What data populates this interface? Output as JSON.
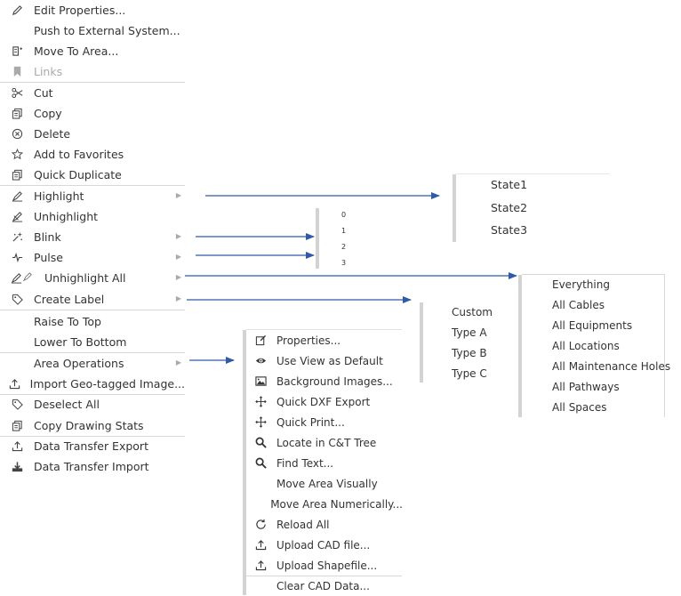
{
  "main_menu": {
    "items": [
      {
        "label": "Edit Properties...",
        "icon": "pencil-icon"
      },
      {
        "label": "Push to External System...",
        "icon": ""
      },
      {
        "label": "Move To Area...",
        "icon": "move-area-icon"
      },
      {
        "label": "Links",
        "icon": "bookmark-icon",
        "disabled": true
      },
      {
        "label": "Cut",
        "icon": "scissors-icon"
      },
      {
        "label": "Copy",
        "icon": "copy-icon"
      },
      {
        "label": "Delete",
        "icon": "delete-circle-icon"
      },
      {
        "label": "Add to Favorites",
        "icon": "star-icon"
      },
      {
        "label": "Quick Duplicate",
        "icon": "duplicate-icon"
      },
      {
        "label": "Highlight",
        "icon": "highlighter-icon",
        "submenu": true
      },
      {
        "label": "Unhighlight",
        "icon": "unhighlight-icon"
      },
      {
        "label": "Blink",
        "icon": "blink-icon",
        "submenu": true
      },
      {
        "label": "Pulse",
        "icon": "pulse-icon",
        "submenu": true
      },
      {
        "label": "Unhighlight All",
        "icon": "unhighlight-all-icon",
        "submenu": true
      },
      {
        "label": "Create Label",
        "icon": "tag-icon",
        "submenu": true
      },
      {
        "label": "Raise To Top",
        "icon": ""
      },
      {
        "label": "Lower To Bottom",
        "icon": ""
      },
      {
        "label": "Area Operations",
        "icon": "",
        "submenu": true
      },
      {
        "label": "Import Geo-tagged Image...",
        "icon": "upload-icon"
      },
      {
        "label": "Deselect All",
        "icon": "tag-icon"
      },
      {
        "label": "Copy Drawing Stats",
        "icon": "copy-icon"
      },
      {
        "label": "Data Transfer Export",
        "icon": "export-icon"
      },
      {
        "label": "Data Transfer Import",
        "icon": "import-icon"
      }
    ]
  },
  "highlight_submenu": {
    "items": [
      "State1",
      "State2",
      "State3"
    ]
  },
  "blink_pulse_submenu": {
    "items": [
      "0",
      "1",
      "2",
      "3"
    ]
  },
  "unhighlight_all_submenu": {
    "items": [
      "Everything",
      "All Cables",
      "All Equipments",
      "All Locations",
      "All Maintenance Holes",
      "All Pathways",
      "All Spaces"
    ]
  },
  "create_label_submenu": {
    "items": [
      "Custom",
      "Type A",
      "Type B",
      "Type C"
    ]
  },
  "area_operations_submenu": {
    "items": [
      {
        "label": "Properties...",
        "icon": "edit-square-icon"
      },
      {
        "label": "Use View as Default",
        "icon": "eye-icon"
      },
      {
        "label": "Background Images...",
        "icon": "image-icon"
      },
      {
        "label": "Quick DXF Export",
        "icon": "move-arrows-icon"
      },
      {
        "label": "Quick Print...",
        "icon": "move-arrows-icon"
      },
      {
        "label": "Locate in C&T Tree",
        "icon": "search-icon"
      },
      {
        "label": "Find Text...",
        "icon": "search-icon"
      },
      {
        "label": "Move Area Visually",
        "icon": ""
      },
      {
        "label": "Move Area Numerically...",
        "icon": ""
      },
      {
        "label": "Reload All",
        "icon": "reload-icon"
      },
      {
        "label": "Upload CAD file...",
        "icon": "upload-icon"
      },
      {
        "label": "Upload Shapefile...",
        "icon": "upload-icon"
      },
      {
        "label": "Clear CAD Data...",
        "icon": ""
      }
    ]
  },
  "colors": {
    "arrow": "#2e5aa8",
    "panel_border": "#d3d3d3",
    "text": "#333333",
    "disabled": "#aaaaaa"
  }
}
